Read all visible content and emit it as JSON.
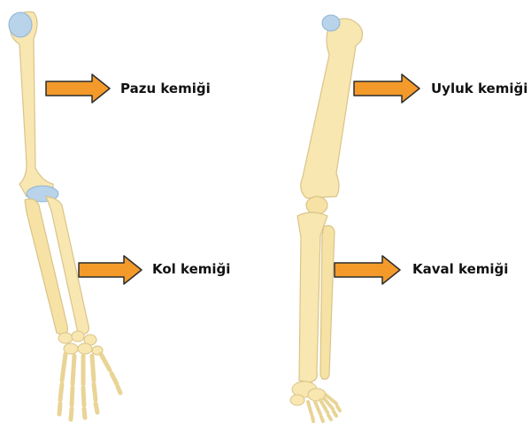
{
  "labels": {
    "humerus": "Pazu kemiği",
    "forearm": "Kol kemiği",
    "femur": "Uyluk kemiği",
    "tibia": "Kaval kemiği"
  },
  "colors": {
    "bone_fill": "#f8e7b0",
    "bone_stroke": "#d9c48a",
    "cartilage": "#b8d3ea",
    "arrow": "#f39a2b",
    "arrow_stroke": "#2d2d2d",
    "label_text": "#111111"
  }
}
